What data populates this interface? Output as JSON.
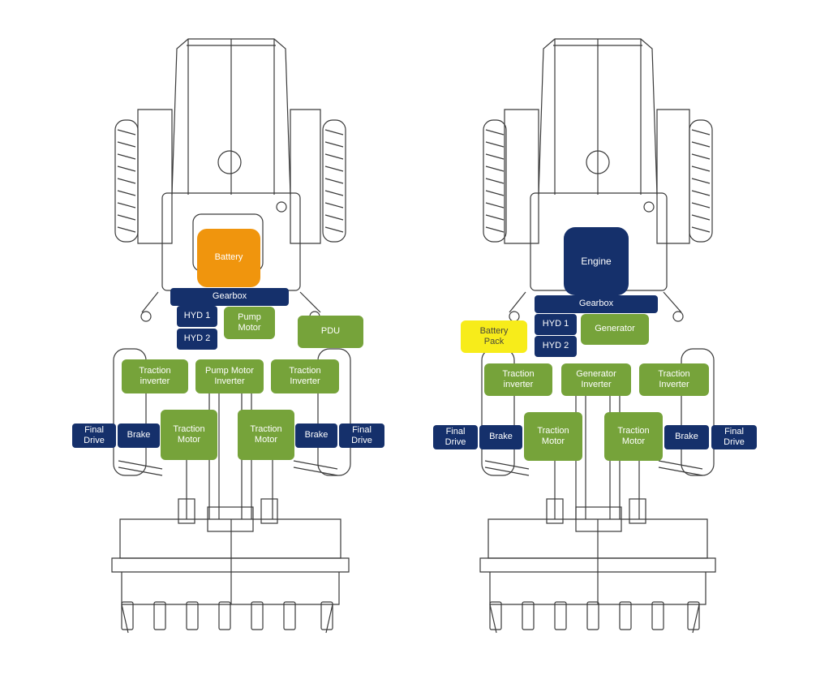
{
  "colors": {
    "navy": "#15306b",
    "green": "#76a33a",
    "orange": "#f0950d",
    "yellow": "#f7ec1a",
    "outline": "#3a3a3a"
  },
  "left_machine": {
    "battery": "Battery",
    "gearbox": "Gearbox",
    "hyd1": "HYD 1",
    "hyd2": "HYD 2",
    "pump_motor": "Pump\nMotor",
    "pdu": "PDU",
    "traction_inverter_left": "Traction\ninverter",
    "pump_motor_inverter": "Pump Motor\nInverter",
    "traction_inverter_right": "Traction\nInverter",
    "final_drive_left": "Final\nDrive",
    "brake_left": "Brake",
    "traction_motor_left": "Traction\nMotor",
    "traction_motor_right": "Traction\nMotor",
    "brake_right": "Brake",
    "final_drive_right": "Final\nDrive"
  },
  "right_machine": {
    "engine": "Engine",
    "gearbox": "Gearbox",
    "battery_pack": "Battery\nPack",
    "hyd1": "HYD 1",
    "hyd2": "HYD 2",
    "generator": "Generator",
    "traction_inverter_left": "Traction\ninverter",
    "generator_inverter": "Generator\nInverter",
    "traction_inverter_right": "Traction\nInverter",
    "final_drive_left": "Final\nDrive",
    "brake_left": "Brake",
    "traction_motor_left": "Traction\nMotor",
    "traction_motor_right": "Traction\nMotor",
    "brake_right": "Brake",
    "final_drive_right": "Final\nDrive"
  }
}
